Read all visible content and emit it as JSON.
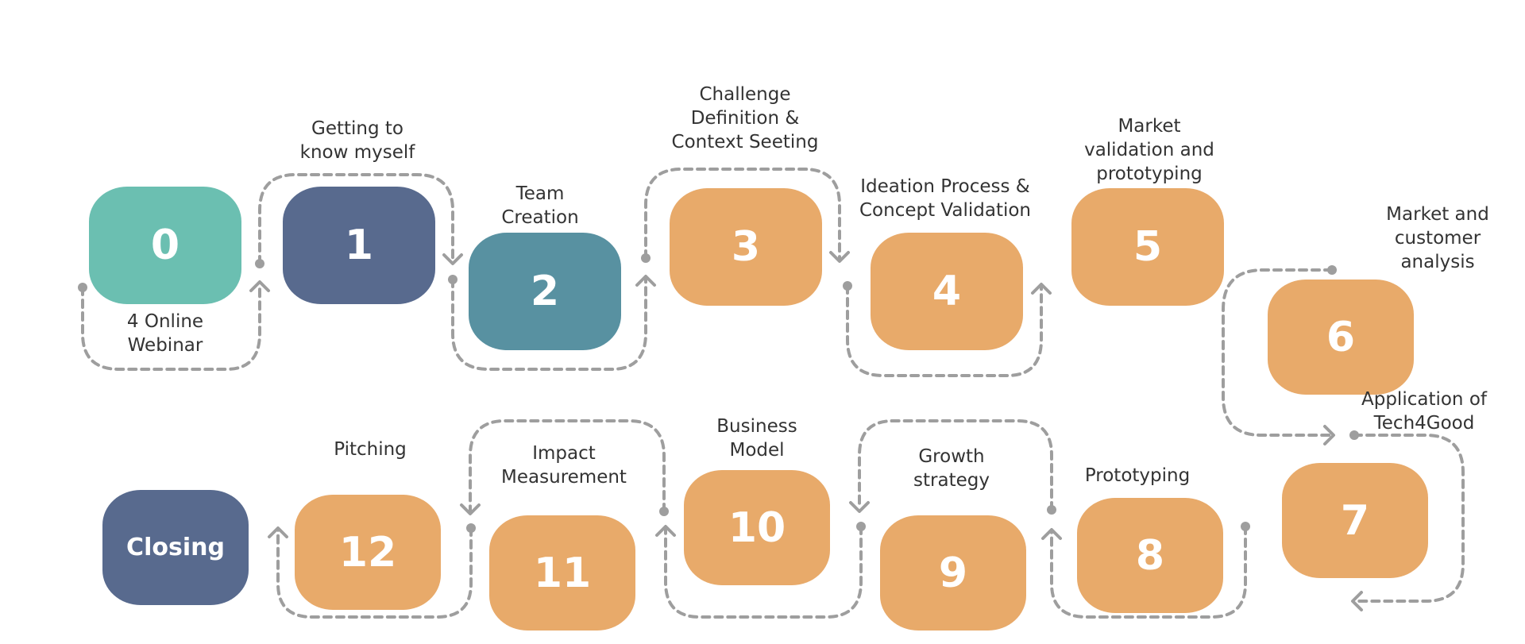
{
  "colors": {
    "teal_light": "#6bbfb1",
    "slate_blue": "#586a8e",
    "teal_dark": "#5891a1",
    "orange": "#e8aa6a",
    "connector": "#9e9e9e",
    "label_text": "#333333"
  },
  "steps": [
    {
      "number": "0",
      "color": "teal_light",
      "label": [
        "4 Online",
        "Webinar"
      ]
    },
    {
      "number": "1",
      "color": "slate_blue",
      "label": [
        "Getting to",
        "know myself"
      ]
    },
    {
      "number": "2",
      "color": "teal_dark",
      "label": [
        "Team",
        "Creation"
      ]
    },
    {
      "number": "3",
      "color": "orange",
      "label": [
        "Challenge",
        "Definition &",
        "Context Seeting"
      ]
    },
    {
      "number": "4",
      "color": "orange",
      "label": [
        "Ideation Process &",
        "Concept Validation"
      ]
    },
    {
      "number": "5",
      "color": "orange",
      "label": [
        "Market",
        "validation and",
        "prototyping"
      ]
    },
    {
      "number": "6",
      "color": "orange",
      "label": [
        "Market and",
        "customer",
        "analysis"
      ]
    },
    {
      "number": "7",
      "color": "orange",
      "label": [
        "Application of",
        "Tech4Good"
      ]
    },
    {
      "number": "8",
      "color": "orange",
      "label": [
        "Prototyping"
      ]
    },
    {
      "number": "9",
      "color": "orange",
      "label": [
        "Growth",
        "strategy"
      ]
    },
    {
      "number": "10",
      "color": "orange",
      "label": [
        "Business",
        "Model"
      ]
    },
    {
      "number": "11",
      "color": "orange",
      "label": [
        "Impact",
        "Measurement"
      ]
    },
    {
      "number": "12",
      "color": "orange",
      "label": [
        "Pitching"
      ]
    },
    {
      "number": "Closing",
      "color": "slate_blue",
      "label": []
    }
  ]
}
